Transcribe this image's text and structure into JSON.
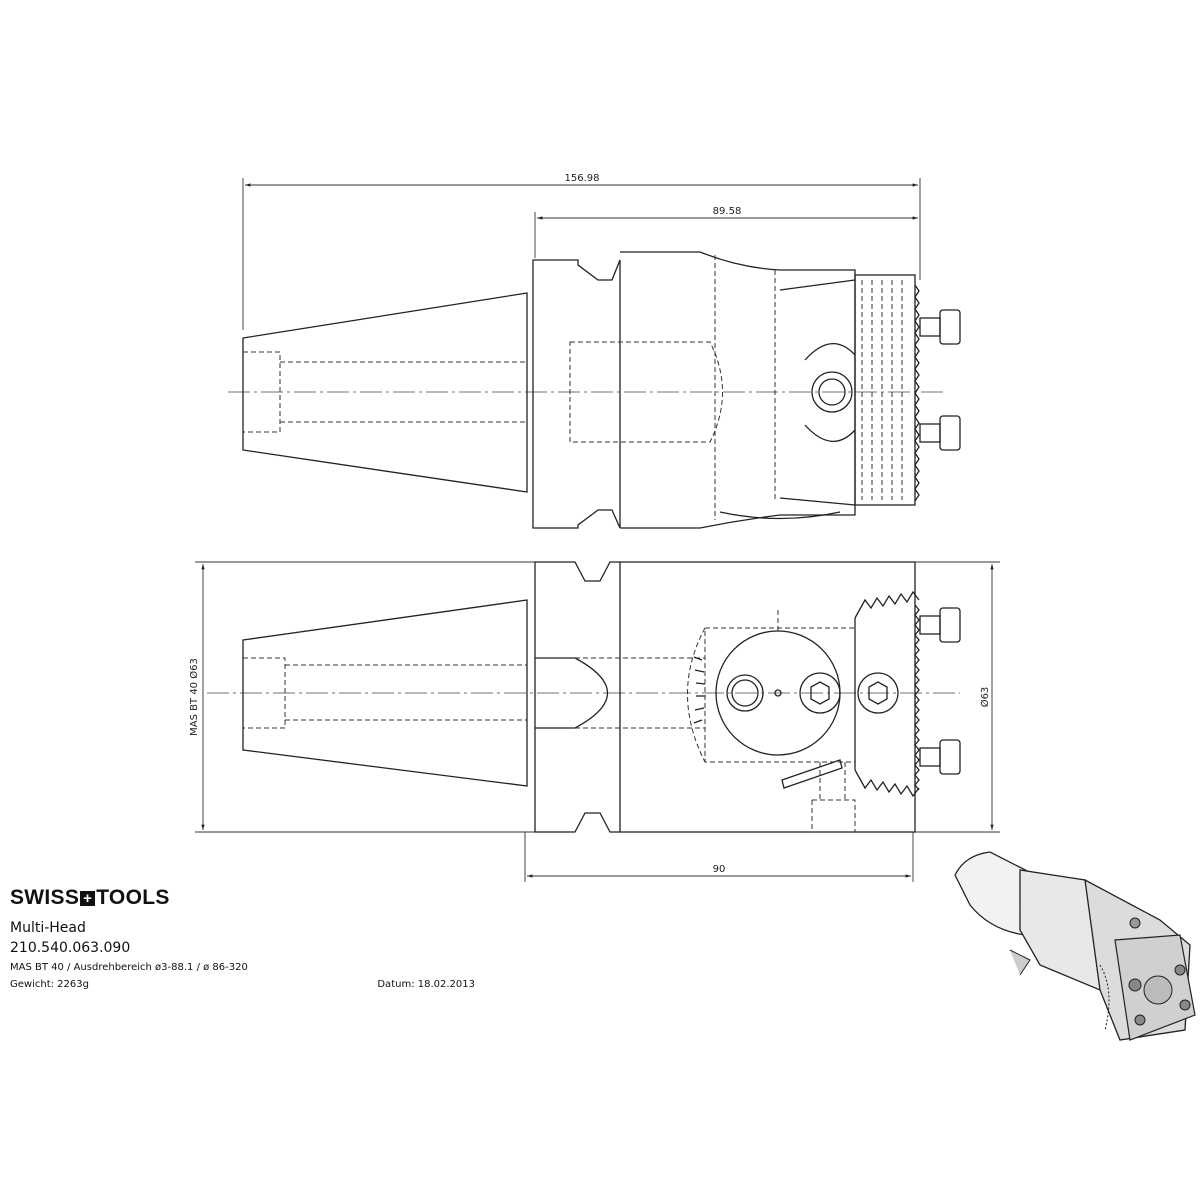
{
  "title_block": {
    "brand": [
      "SWISS",
      "TOOLS"
    ],
    "product_name": "Multi-Head",
    "article_number": "210.540.063.090",
    "spec": "MAS BT 40 / Ausdrehbereich ø3-88.1 / ø 86-320",
    "weight": "Gewicht: 2263g",
    "date": "Datum: 18.02.2013"
  },
  "dimensions": {
    "overall_length": "156.98",
    "head_length": "89.58",
    "shank_diameter": "MAS BT 40  Ø63",
    "head_diameter": "Ø63",
    "body_length": "90"
  }
}
